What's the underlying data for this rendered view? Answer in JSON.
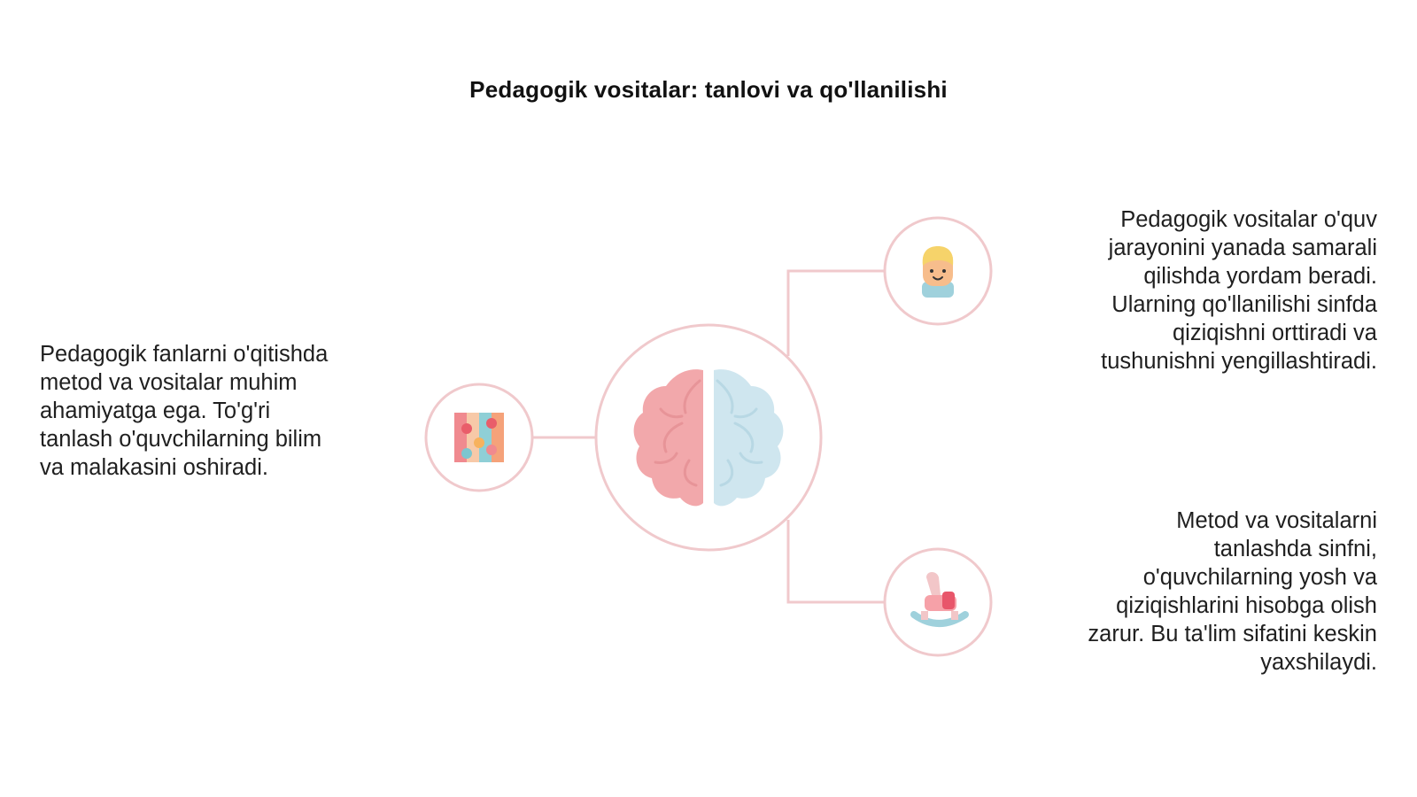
{
  "title": "Pedagogik vositalar: tanlovi va qo'llanilishi",
  "colors": {
    "accent_pink": "#f0c9cc",
    "brain_left": "#f2a8ab",
    "brain_right": "#cfe6ef"
  },
  "diagram": {
    "center_node": {
      "icon": "brain-icon"
    },
    "nodes": [
      {
        "id": "left",
        "icon": "puzzle-blocks-icon",
        "text": "Pedagogik fanlarni o'qitishda\nmetod va vositalar muhim\nahamiyatga ega. To'g'ri\ntanlash o'quvchilarning bilim\nva malakasini oshiradi."
      },
      {
        "id": "right-top",
        "icon": "child-face-icon",
        "text": "Pedagogik vositalar o'quv\njarayonini yanada samarali\nqilishda yordam beradi.\nUlarning qo'llanilishi sinfda\nqiziqishni orttiradi va\ntushunishni yengillashtiradi."
      },
      {
        "id": "right-bottom",
        "icon": "rocking-horse-icon",
        "text": "Metod va vositalarni\ntanlashda sinfni,\no'quvchilarning yosh va\nqiziqishlarini hisobga olish\nzarur. Bu ta'lim sifatini keskin\nyaxshilaydi."
      }
    ]
  }
}
